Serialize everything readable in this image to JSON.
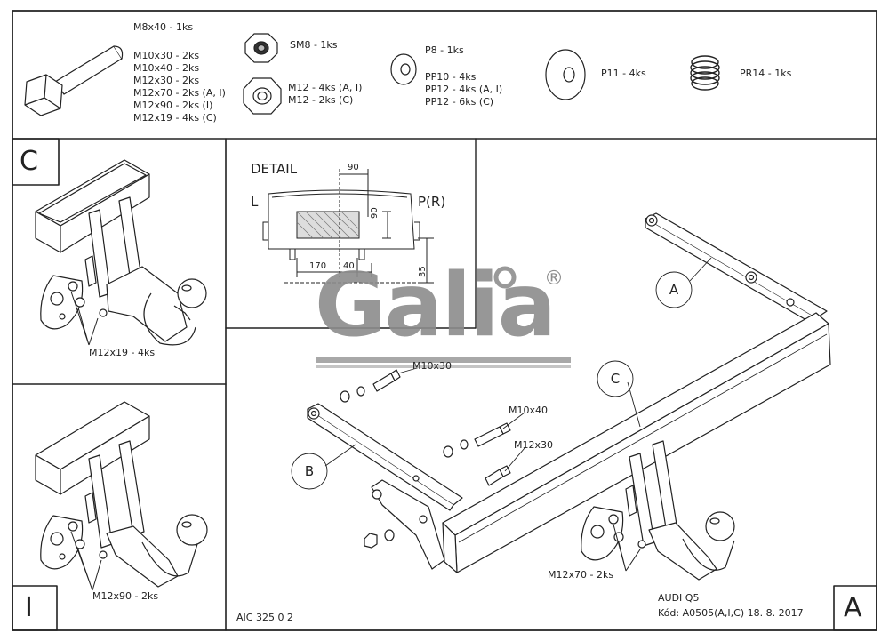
{
  "parts": {
    "bolt_top": "M8x40 - 1ks",
    "bolt_list": [
      "M10x30 - 2ks",
      "M10x40 - 2ks",
      "M12x30 - 2ks",
      "M12x70 - 2ks (A, I)",
      "M12x90 - 2ks (I)",
      "M12x19 - 4ks (C)"
    ],
    "nut_sm8": "SM8 - 1ks",
    "nut_m12": [
      "M12 - 4ks (A, I)",
      "M12 - 2ks (C)"
    ],
    "washer_p8": "P8 - 1ks",
    "washer_pp": [
      "PP10 - 4ks",
      "PP12 - 4ks (A, I)",
      "PP12 - 6ks (C)"
    ],
    "washer_p11": "P11 - 4ks",
    "spring_pr14": "PR14 - 1ks"
  },
  "panels": {
    "c_letter": "C",
    "c_bolt_label": "M12x19 - 4ks",
    "i_letter": "I",
    "i_bolt_label": "M12x90 - 2ks",
    "a_letter": "A"
  },
  "detail": {
    "title": "DETAIL",
    "left_label": "L",
    "right_label": "P(R)",
    "dim_90_top": "90",
    "dim_90_side": "90",
    "dim_170": "170",
    "dim_40": "40",
    "dim_35": "35"
  },
  "logo": {
    "text": "Galia",
    "mark": "®"
  },
  "main": {
    "callout_a": "A",
    "callout_b": "B",
    "callout_c": "C",
    "label_m10x30": "M10x30",
    "label_m10x40": "M10x40",
    "label_m12x30": "M12x30",
    "label_m12x70": "M12x70 - 2ks"
  },
  "footer": {
    "drawing_code": "AIC 325 0 2",
    "vehicle": "AUDI Q5",
    "code_line": "Kód: A0505(A,I,C)  18. 8. 2017"
  },
  "colors": {
    "line": "#222222",
    "logo": "#8c8c8c",
    "logo_bar": "#a8a8a8"
  }
}
